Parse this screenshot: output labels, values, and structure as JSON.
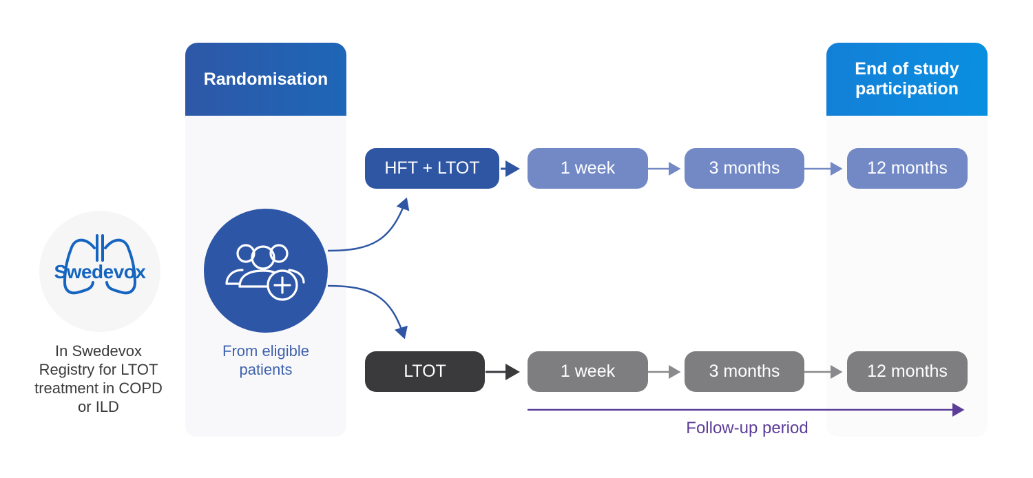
{
  "headers": {
    "randomisation": "Randomisation",
    "end_study_line1": "End of study",
    "end_study_line2": "participation"
  },
  "registry": {
    "logo_text": "Swedevox",
    "caption_lines": [
      "In Swedevox",
      "Registry for LTOT",
      "treatment in COPD",
      "or ILD"
    ]
  },
  "randomisation_node": {
    "caption_lines": [
      "From eligible",
      "patients"
    ]
  },
  "arms": [
    {
      "label": "HFT + LTOT",
      "visits": [
        "1 week",
        "3 months",
        "12 months"
      ]
    },
    {
      "label": "LTOT",
      "visits": [
        "1 week",
        "3 months",
        "12 months"
      ]
    }
  ],
  "follow_up": {
    "label": "Follow-up period"
  },
  "colors": {
    "arm1": "#2e56a3",
    "arm1_visits": "#7389c6",
    "arm2": "#3a3a3c",
    "arm2_visits": "#7e7e80",
    "follow_up": "#5c3d98",
    "end_header": "#1380d8"
  },
  "icons": [
    "swedevox-lungs-icon",
    "people-add-icon"
  ]
}
